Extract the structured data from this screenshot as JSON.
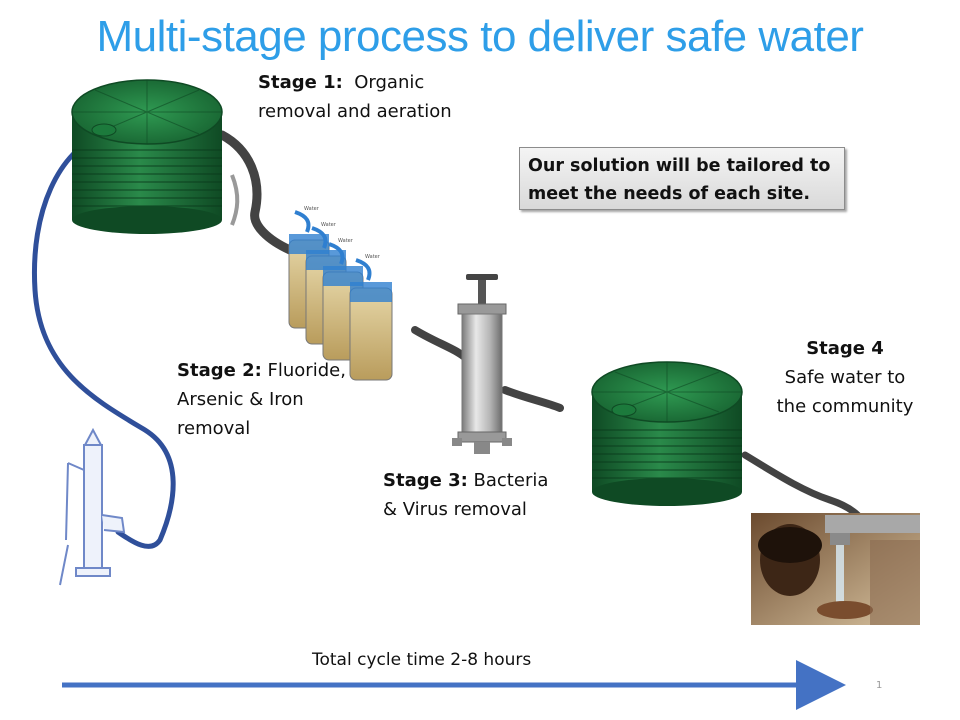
{
  "title": "Multi-stage process to deliver safe water",
  "stage1": {
    "label": "Stage 1:",
    "line1": "Organic",
    "line2": "removal and aeration"
  },
  "stage2": {
    "label": "Stage 2:",
    "line1": "Fluoride,",
    "line2": "Arsenic & Iron",
    "line3": "removal"
  },
  "stage3": {
    "label": "Stage 3:",
    "line1": "Bacteria",
    "line2": "& Virus removal"
  },
  "stage4": {
    "label": "Stage 4",
    "line1": "Safe water to",
    "line2": "the community"
  },
  "callout": {
    "line1": "Our solution will be tailored to",
    "line2": "meet the needs of each site."
  },
  "timeline": {
    "label": "Total cycle time 2-8 hours",
    "arrow_color": "#4472c4"
  },
  "filter_labels": [
    "Water",
    "Water",
    "Water",
    "Water"
  ],
  "page_number": "1",
  "colors": {
    "title": "#2e9ee8",
    "tank": "#1e6b3a",
    "pipe": "#2f4f9a"
  },
  "icons": [
    "hand-pump-icon",
    "water-tank-icon",
    "filter-cylinders-icon",
    "uv-steel-filter-icon",
    "child-drinking-photo"
  ]
}
